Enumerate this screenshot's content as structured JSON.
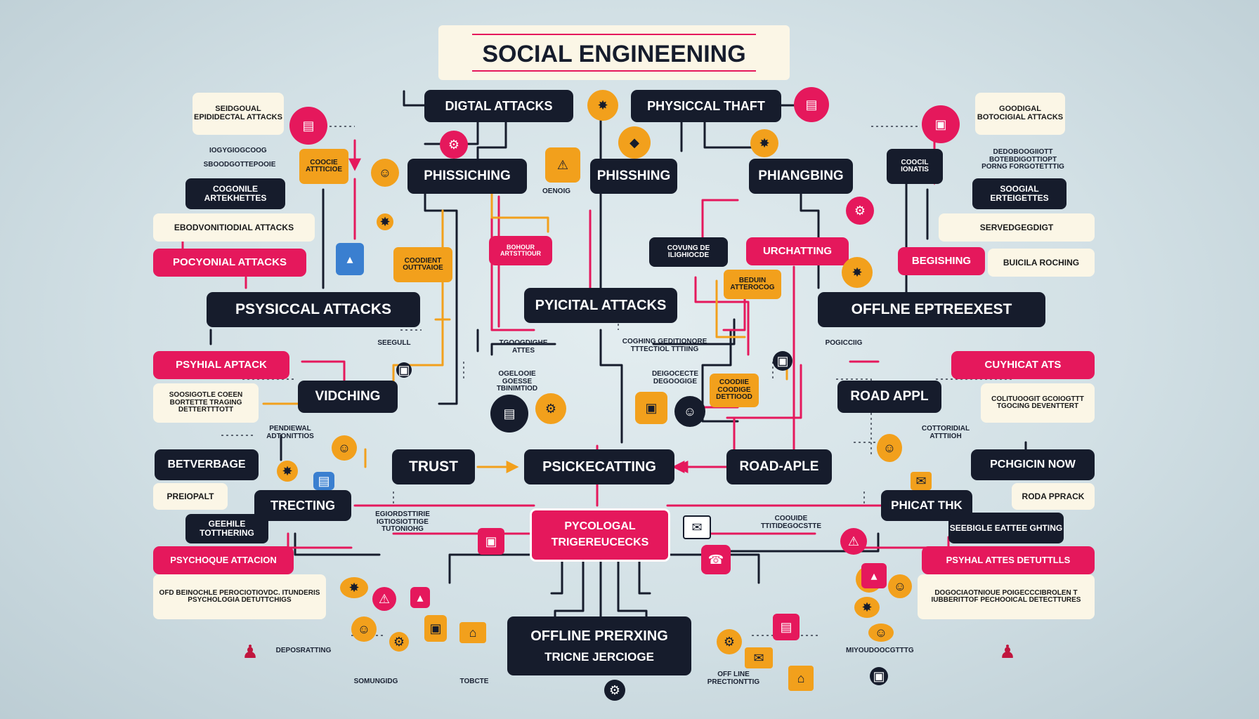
{
  "title": "SOCIAL ENGINEENING",
  "boxes": {
    "digital_attacks": "DIGTAL ATTACKS",
    "physical_theft": "PHYSICCAL THAFT",
    "phisiching": "PHISSICHING",
    "phisshing": "PHISSHING",
    "phiangbing": "PHIANGBING",
    "psysical_attacks": "PSYSICCAL ATTACKS",
    "pyicital_attacks": "PYICITAL ATTACKS",
    "offline_eptreexest": "OFFLNE EPTREEXEST",
    "vidching": "VIDCHING",
    "road_appl": "ROAD APPL",
    "trust": "TRUST",
    "psickecatting": "PSICKECATTING",
    "road_aple": "ROAD-APLE",
    "betverbage": "BETVERBAGE",
    "trecting": "TRECTING",
    "pchcicin_now": "PCHGICIN NOW",
    "phicat_thk": "PHICAT THK",
    "offline_prerexing": "OFFLINE PRERXING",
    "offline_prerexing_sub": "TRICNE JERCIOGE",
    "pycological": "PYCOLOGAL",
    "pycological_sub": "TRIGEREUCECKS"
  },
  "pink_labels": {
    "pocyonal_attacks": "POCYONIAL ATTACKS",
    "psyhial_aptack": "PSYHIAL APTACK",
    "psychoque_attacion": "PSYCHOQUE ATTACION",
    "urchatting": "URCHATTING",
    "begishing": "BEGISHING",
    "cuyhicat_ats": "CUYHICAT ATS",
    "psyhal_attes": "PSYHAL ATTES DETUTTLLS",
    "pink_small": "BOHOUR ARTSTTIOUR"
  },
  "cream_labels": {
    "left_top": "SEIDGOUAL EPIDIDECTAL ATTACKS",
    "right_top": "GOODIGAL BOTOCIGIAL ATTACKS",
    "left_long": "EBODVONITIODIAL ATTACKS",
    "right_long": "SERVEDGEGDIGT",
    "buicila": "BUICILA ROCHING",
    "left_mid": "SOOSIGOTLE COEEN BORTETTE TRAGING DETTERTTTOTT",
    "right_mid": "COLITUOOGIT GCOIOGTTT TGOCING DEVENTTERT",
    "preiopalt": "PREIOPALT",
    "roda_prack": "RODA PPRACK",
    "left_bottom": "OFD BEINOCHLE PEROCIOTIOVDC. ITUNDERIS PSYCHOLOGIA DETUTTCHIGS",
    "right_bottom": "DOGOCIAOTNIOUE POIGECCCIBROLEN T IUBBERITTOF PECHOOICAL DETECTTURES"
  },
  "dark_small": {
    "cogonile": "COGONILE ARTEKHETTES",
    "soodigal": "SOOGIAL ERTEIGETTES",
    "cognal": "COOCIL IONATIS",
    "conuc": "COVUNG DE ILIGHIOCDE",
    "seebile": "SEEBIGLE EATTEE GHTING",
    "geeheile": "GEEHILE TOTTHERING"
  },
  "orange_labels": {
    "cookie": "COOCIE ATTTICIOE",
    "codiente": "COODIENT OUTTVAIOE",
    "bedum": "BEDUIN ATTEROCOG",
    "coodie": "COODIIE COODIGE DETTIOOD"
  },
  "free_text": {
    "t1": "IOGYGIOGCOOG",
    "t2": "SBOODGOTTEPOOIE",
    "t3": "SEEGULL",
    "t4": "PENDIEWAL ADTONITTIOS",
    "t5": "TGOOGDIGHE ATTES",
    "t6": "COGHING GEDITIONORE TTTECTIOL TTTIING",
    "t7": "DEIGOCECTE DEGOOGIGE",
    "t8": "OGELOOIE GOESSE TBINIMTIOD",
    "t9": "EGIORDSTTIRIE IGTIOSIOTTIGE TUTONIOHG",
    "t10": "COOUIDE TTITIDEGOCSTTE",
    "t11": "POGICCIIG",
    "t12": "COTTORIDIAL ATTTIIOH",
    "t13": "DEDOBOOGIIOTT BOTEBDIGOTTIOPT PORNG FORGOTETTTIG",
    "t14": "OENOIG",
    "t15": "DEPOSRATTING",
    "t16": "SOMUNGIDG",
    "t17": "TOBCTE",
    "t18": "OFF LINE PRECTIONTTIG",
    "t19": "MIYOUDOOCGTTTG"
  },
  "colors": {
    "dark": "#161c2c",
    "pink": "#e5185c",
    "orange": "#f2a01c",
    "cream": "#fbf6e6",
    "background": "#d2e0e5"
  },
  "icons": [
    "laptop-icon",
    "gear-icon",
    "brain-icon",
    "warning-icon",
    "bug-icon",
    "lock-icon",
    "person-icon",
    "phone-icon",
    "envelope-icon",
    "camera-icon",
    "house-icon",
    "monitor-icon"
  ]
}
